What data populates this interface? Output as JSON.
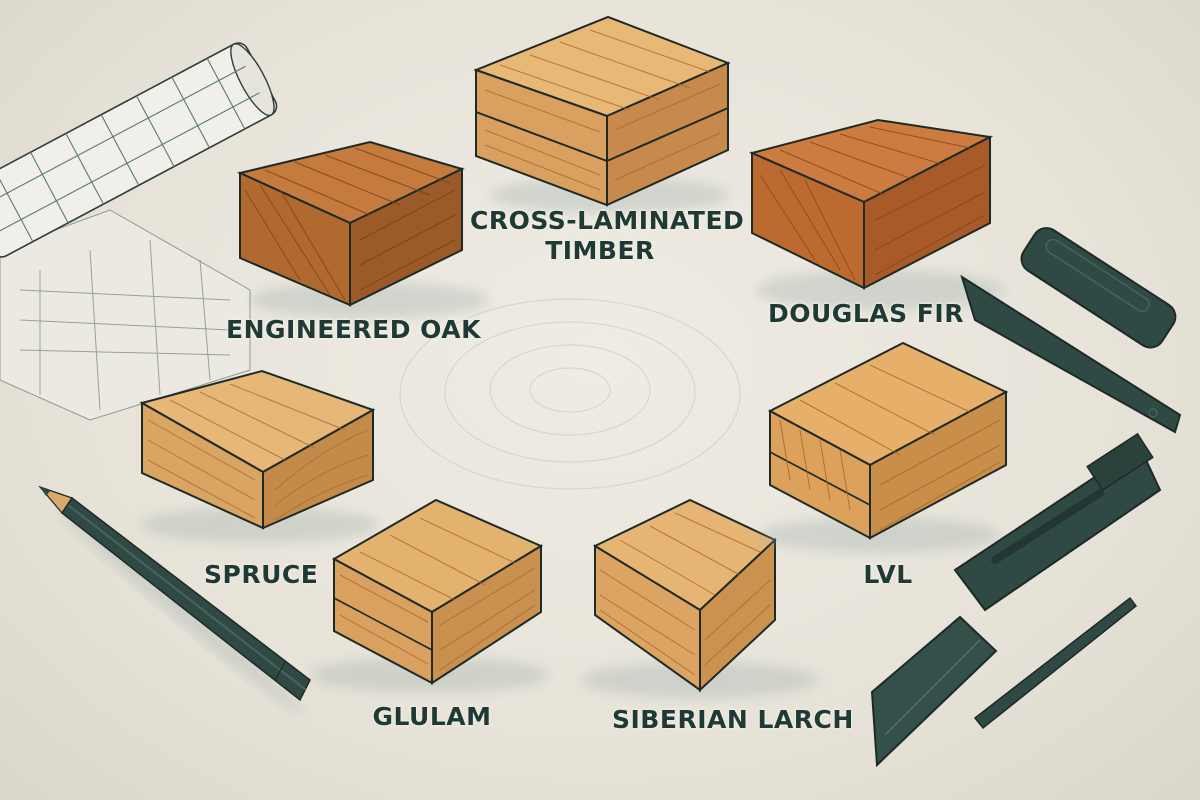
{
  "scene": {
    "title": "Engineered and solid timber samples",
    "background_color": "#e9e5dc",
    "label_color": "#1f3a34",
    "outline_color": "#1e2a26",
    "tool_color": "#2f4a44"
  },
  "blocks": [
    {
      "id": "clt",
      "label_line1": "CROSS-LAMINATED",
      "label_line2": "TIMBER",
      "layers": 2,
      "top": "#e8b877",
      "left": "#d9a060",
      "right": "#c88a4c",
      "grain": "#a9682e"
    },
    {
      "id": "engineered_oak",
      "label": "ENGINEERED OAK",
      "layers": 1,
      "top": "#c57a3e",
      "left": "#b06a30",
      "right": "#9c5a28",
      "grain": "#7a3f18"
    },
    {
      "id": "douglas_fir",
      "label": "DOUGLAS FIR",
      "layers": 1,
      "top": "#cc7c40",
      "left": "#bd6a30",
      "right": "#a85a28",
      "grain": "#8a4418"
    },
    {
      "id": "spruce",
      "label": "SPRUCE",
      "layers": 1,
      "top": "#e6b777",
      "left": "#daa463",
      "right": "#c38a4a",
      "grain": "#a86d33"
    },
    {
      "id": "glulam",
      "label": "GLULAM",
      "layers": 2,
      "top": "#e4b26f",
      "left": "#d9a060",
      "right": "#c9904f",
      "grain": "#a86a2e"
    },
    {
      "id": "siberian_larch",
      "label": "SIBERIAN LARCH",
      "layers": 1,
      "top": "#e6b574",
      "left": "#dba462",
      "right": "#cb914f",
      "grain": "#a86a2e"
    },
    {
      "id": "lvl",
      "label": "LVL",
      "layers": 2,
      "top": "#e6b06a",
      "left": "#dca15a",
      "right": "#c98e4a",
      "grain": "#a5672b"
    }
  ],
  "tools": [
    {
      "id": "blueprint_roll",
      "name": "Blueprint roll"
    },
    {
      "id": "pencil",
      "name": "Pencil"
    },
    {
      "id": "utility_knife",
      "name": "Utility knife"
    },
    {
      "id": "folded_knife",
      "name": "Folded knife"
    },
    {
      "id": "straight_blade",
      "name": "Straight blade"
    },
    {
      "id": "scribe",
      "name": "Scribe"
    }
  ]
}
